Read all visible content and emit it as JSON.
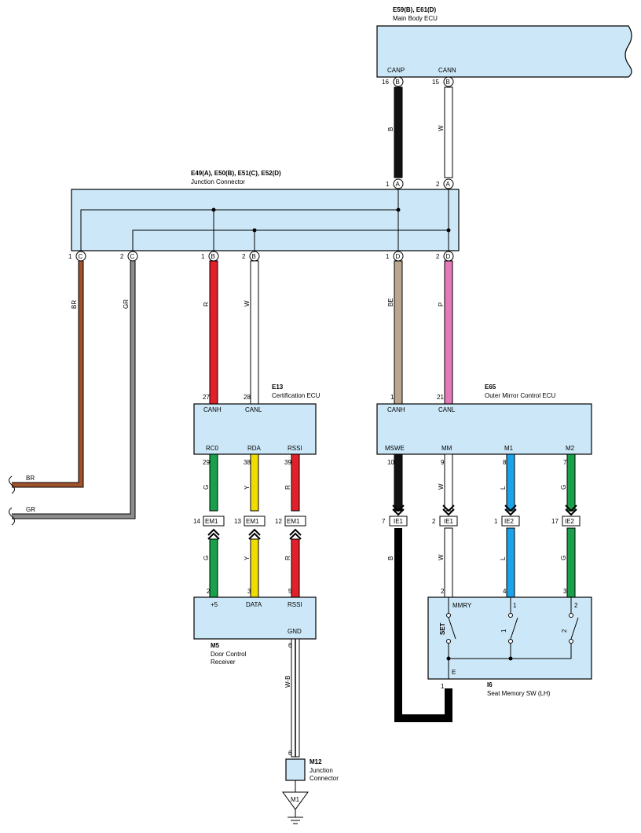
{
  "components": {
    "main_body_ecu": {
      "code": "E59(B), E61(D)",
      "name": "Main Body ECU",
      "pin_labels": [
        "CANP",
        "CANN"
      ]
    },
    "junction_connector": {
      "code": "E49(A), E50(B), E51(C), E52(D)",
      "name": "Junction Connector"
    },
    "certification_ecu": {
      "code": "E13",
      "name": "Certification ECU",
      "top_labels": [
        "CANH",
        "CANL"
      ],
      "bottom_labels": [
        "RC0",
        "RDA",
        "RSSI"
      ]
    },
    "outer_mirror_ecu": {
      "code": "E65",
      "name": "Outer Mirror Control ECU",
      "top_labels": [
        "CANH",
        "CANL"
      ],
      "bottom_labels": [
        "MSWE",
        "MM",
        "M1",
        "M2"
      ]
    },
    "door_control_receiver": {
      "code": "M5",
      "name_line1": "Door Control",
      "name_line2": "Receiver",
      "top_labels": [
        "+5",
        "DATA",
        "RSSI"
      ],
      "gnd_label": "GND"
    },
    "seat_memory_sw": {
      "code": "I6",
      "name": "Seat Memory SW (LH)",
      "labels": {
        "mmry": "MMRY",
        "one": "1",
        "two": "2",
        "set": "SET",
        "sw1": "1",
        "sw2": "2",
        "e": "E"
      }
    },
    "junction_m12": {
      "code": "M12",
      "name_line1": "Junction",
      "name_line2": "Connector"
    },
    "ground": {
      "label": "M1"
    }
  },
  "wire_colors": {
    "B": "#111111",
    "W": "#ffffff",
    "R": "#e0202a",
    "BE": "#bca58f",
    "P": "#e57ab8",
    "BR": "#a0522d",
    "GR": "#8c8c8c",
    "G": "#1aa04a",
    "Y": "#f2dc00",
    "L": "#1aa3e8",
    "W-B": "#ffffff"
  },
  "wire_labels": {
    "canp": "B",
    "cann": "W",
    "br": "BR",
    "gr": "GR",
    "r1": "R",
    "w1": "W",
    "be": "BE",
    "p": "P",
    "g1": "G",
    "y1": "Y",
    "r2": "R",
    "g2": "G",
    "y2": "Y",
    "r3": "R",
    "b2": "B",
    "w2": "W",
    "l1": "L",
    "g3": "G",
    "w3": "W",
    "l2": "L",
    "g4": "G",
    "wb": "W-B",
    "br_end": "BR",
    "gr_end": "GR"
  },
  "pins": {
    "main_16": {
      "num": "16",
      "letter": "B"
    },
    "main_15": {
      "num": "15",
      "letter": "B"
    },
    "jc_1A": {
      "num": "1",
      "letter": "A"
    },
    "jc_2A": {
      "num": "2",
      "letter": "A"
    },
    "jc_1C": {
      "num": "1",
      "letter": "C"
    },
    "jc_2C": {
      "num": "2",
      "letter": "C"
    },
    "jc_1B": {
      "num": "1",
      "letter": "B"
    },
    "jc_2B": {
      "num": "2",
      "letter": "B"
    },
    "jc_1D": {
      "num": "1",
      "letter": "D"
    },
    "jc_2D": {
      "num": "2",
      "letter": "D"
    },
    "cert_27": "27",
    "cert_28": "28",
    "cert_29": "29",
    "cert_38": "38",
    "cert_39": "39",
    "om_1": "1",
    "om_21": "21",
    "om_10": "10",
    "om_9": "9",
    "om_8": "8",
    "om_7": "7",
    "dcr_2": "2",
    "dcr_3": "3",
    "dcr_5": "5",
    "dcr_6": "6",
    "sw_2": "2",
    "sw_4": "4",
    "sw_3": "3",
    "sw_1": "1",
    "m12_6": "6"
  },
  "inline_connectors": [
    {
      "num": "14",
      "name": "EM1"
    },
    {
      "num": "13",
      "name": "EM1"
    },
    {
      "num": "12",
      "name": "EM1"
    },
    {
      "num": "7",
      "name": "IE1"
    },
    {
      "num": "2",
      "name": "IE1"
    },
    {
      "num": "1",
      "name": "IE2"
    },
    {
      "num": "17",
      "name": "IE2"
    }
  ]
}
